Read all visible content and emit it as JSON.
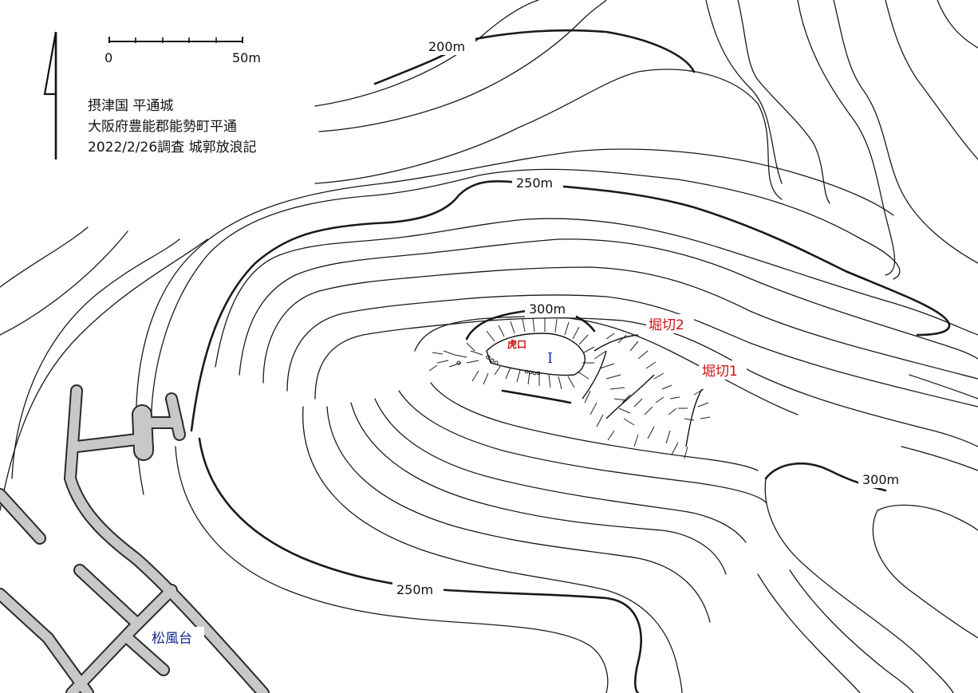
{
  "map": {
    "title_lines": [
      "摂津国 平通城",
      "大阪府豊能郡能勢町平通",
      "2022/2/26調査 城郭放浪記"
    ],
    "scale_bar": {
      "start_label": "0",
      "end_label": "50m"
    },
    "contour_labels": {
      "c200": "200m",
      "c250_top": "250m",
      "c300_top": "300m",
      "c300_right": "300m",
      "c250_bottom": "250m"
    },
    "castle_labels": {
      "horikiri2": "堀切2",
      "horikiri1": "堀切1",
      "koguchi": "虎口",
      "kuruwa1": "I"
    },
    "place_label": "松風台",
    "colors": {
      "red": "#cc1111",
      "blue": "#1a2fb0",
      "navy": "#142a8a",
      "road_fill": "#c8c8c8"
    },
    "icons": [
      "north-arrow-icon"
    ]
  }
}
